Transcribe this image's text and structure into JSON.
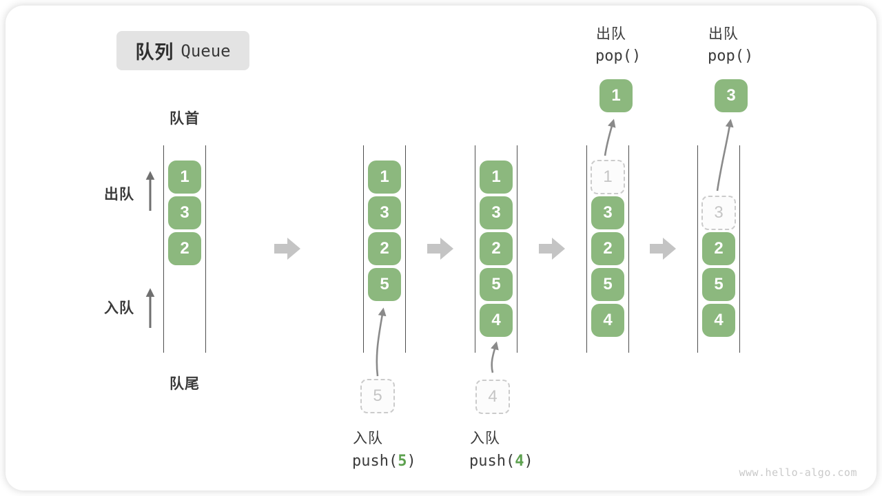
{
  "title": {
    "zh": "队列",
    "en": "Queue"
  },
  "labels": {
    "front": "队首",
    "rear": "队尾",
    "dequeue_side": "出队",
    "enqueue_side": "入队"
  },
  "states": [
    {
      "cells": [
        "1",
        "3",
        "2"
      ]
    },
    {
      "cells": [
        "1",
        "3",
        "2",
        "5"
      ],
      "incoming": "5",
      "op": {
        "label": "入队",
        "fn": "push(",
        "arg": "5",
        "close": ")"
      }
    },
    {
      "cells": [
        "1",
        "3",
        "2",
        "5",
        "4"
      ],
      "incoming": "4",
      "op": {
        "label": "入队",
        "fn": "push(",
        "arg": "4",
        "close": ")"
      }
    },
    {
      "ghost": "1",
      "cells": [
        "3",
        "2",
        "5",
        "4"
      ],
      "popped": "1",
      "op": {
        "label": "出队",
        "fn": "pop()"
      }
    },
    {
      "ghost": "3",
      "cells": [
        "2",
        "5",
        "4"
      ],
      "popped": "3",
      "op": {
        "label": "出队",
        "fn": "pop()"
      }
    }
  ],
  "watermark": "www.hello-algo.com",
  "colors": {
    "cell_green": "#8cb87e",
    "accent_green": "#5da14f",
    "block_arrow_gray": "#c4c4c4",
    "ghost_border": "#cbcbcb",
    "ghost_text": "#c5c5c5",
    "container_line": "#4d4d4d",
    "text_dark": "#3b3b3b",
    "title_bg": "#e3e3e3",
    "thin_arrow": "#6f6f6f",
    "watermark_gray": "#c9c9c9"
  }
}
